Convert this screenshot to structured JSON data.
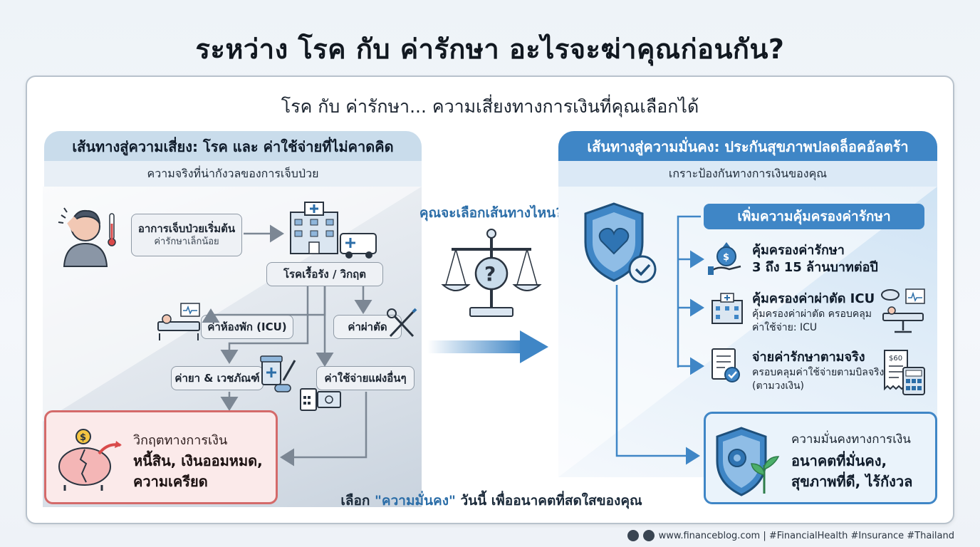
{
  "title": "ระหว่าง โรค กับ ค่ารักษา อะไรจะฆ่าคุณก่อนกัน?",
  "subtitle": "โรค กับ ค่ารักษา... ความเสี่ยงทางการเงินที่คุณเลือกได้",
  "left": {
    "header": "เส้นทางสู่ความเสี่ยง: โรค และ ค่าใช้จ่ายที่ไม่คาดคิด",
    "subheader": "ความจริงที่น่ากังวลของการเจ็บป่วย",
    "symptom_title": "อาการเจ็บป่วยเริ่มต้น",
    "symptom_sub": "ค่ารักษาเล็กน้อย",
    "chronic": "โรคเรื้อรัง / วิกฤต",
    "icu_room": "ค่าห้องพัก (ICU)",
    "surgery": "ค่าผ่าตัด",
    "drugs": "ค่ายา & เวชภัณฑ์",
    "hidden": "ค่าใช้จ่ายแฝงอื่นๆ",
    "crisis_title": "วิกฤตทางการเงิน",
    "crisis_body": "หนี้สิน, เงินออมหมด, ความเครียด"
  },
  "center": {
    "question": "คุณจะเลือกเส้นทางไหน?"
  },
  "right": {
    "header": "เส้นทางสู่ความมั่นคง: ประกันสุขภาพปลดล็อคอัลตร้า",
    "subheader": "เกราะป้องกันทางการเงินของคุณ",
    "coverage_header": "เพิ่มความคุ้มครองค่ารักษา",
    "items": [
      {
        "title": "คุ้มครองค่ารักษา",
        "body": "3 ถึง 15 ล้านบาทต่อปี"
      },
      {
        "title": "คุ้มครองค่าผ่าตัด ICU",
        "body": "คุ้มครองค่าผ่าตัด ครอบคลุมค่าใช้จ่าย: ICU"
      },
      {
        "title": "จ่ายค่ารักษาตามจริง",
        "body": "ครอบคลุมค่าใช้จ่ายตามบิลจริง (ตามวงเงิน)"
      }
    ],
    "secure_title": "ความมั่นคงทางการเงิน",
    "secure_body": "อนาคตที่มั่นคง, สุขภาพที่ดี, ไร้กังวล",
    "bill_label": "$60"
  },
  "bottom": {
    "prefix": "เลือก",
    "highlight": "\"ความมั่นคง\"",
    "suffix": "วันนี้ เพื่ออนาคตที่สดใสของคุณ"
  },
  "footer": "www.financeblog.com | #FinancialHealth #Insurance #Thailand",
  "colors": {
    "accent_blue": "#3f86c6",
    "danger_red": "#d46a6a",
    "navy_text": "#0f1b2a"
  }
}
